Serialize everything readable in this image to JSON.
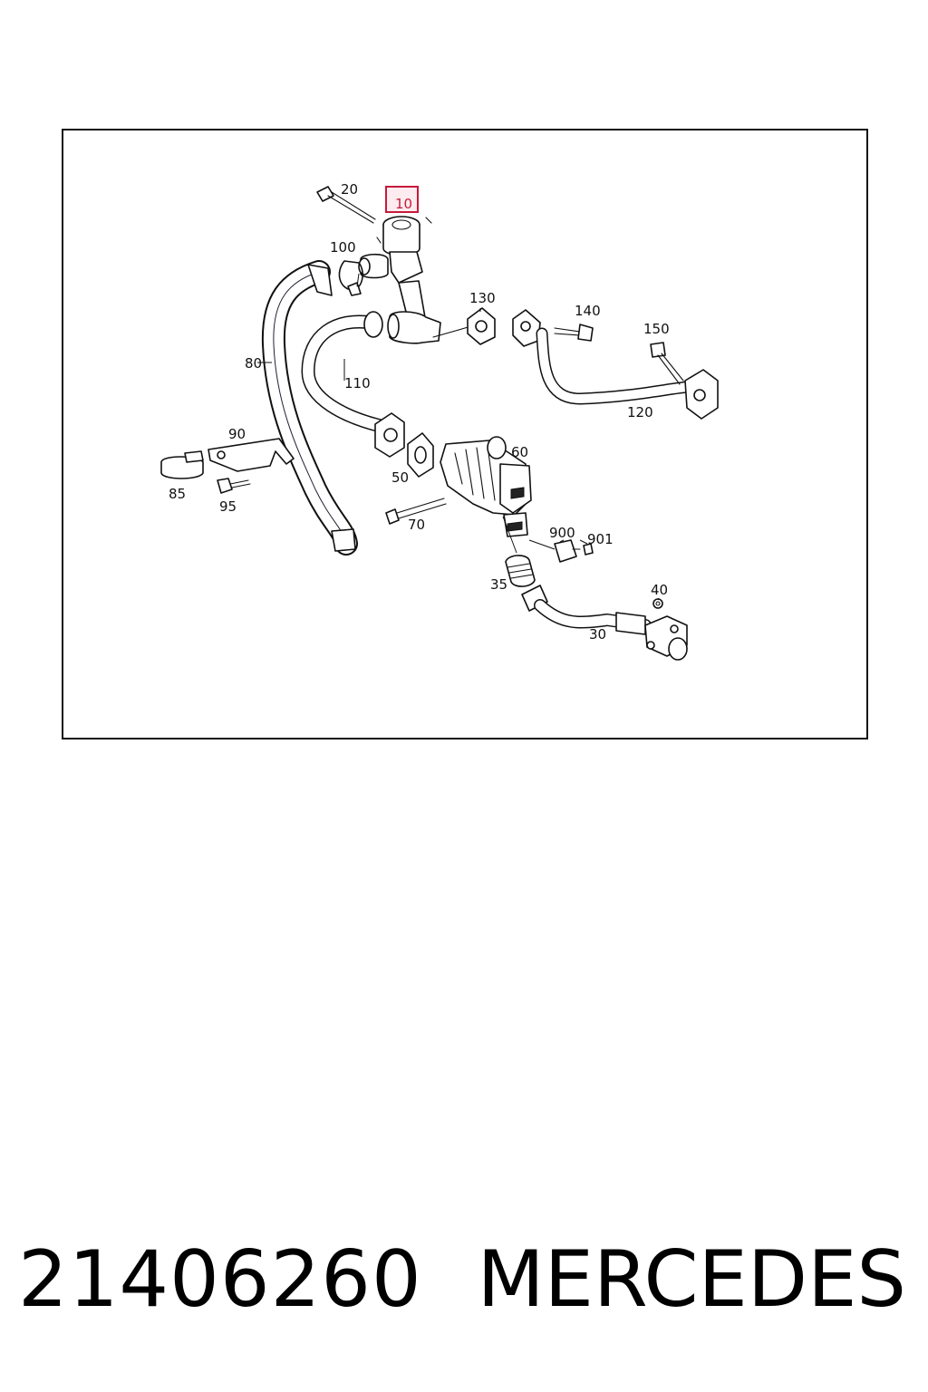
{
  "diagram": {
    "highlight_color": "#c8193c",
    "highlighted_callout": "10",
    "callouts": {
      "c10": "10",
      "c20": "20",
      "c100": "100",
      "c80": "80",
      "c130": "130",
      "c140": "140",
      "c150": "150",
      "c110": "110",
      "c120": "120",
      "c90": "90",
      "c85": "85",
      "c95": "95",
      "c50": "50",
      "c60": "60",
      "c70": "70",
      "c900": "900",
      "c901": "901",
      "c35": "35",
      "c40": "40",
      "c30": "30"
    }
  },
  "footer": {
    "part_number": "21406260",
    "brand": "MERCEDES"
  }
}
